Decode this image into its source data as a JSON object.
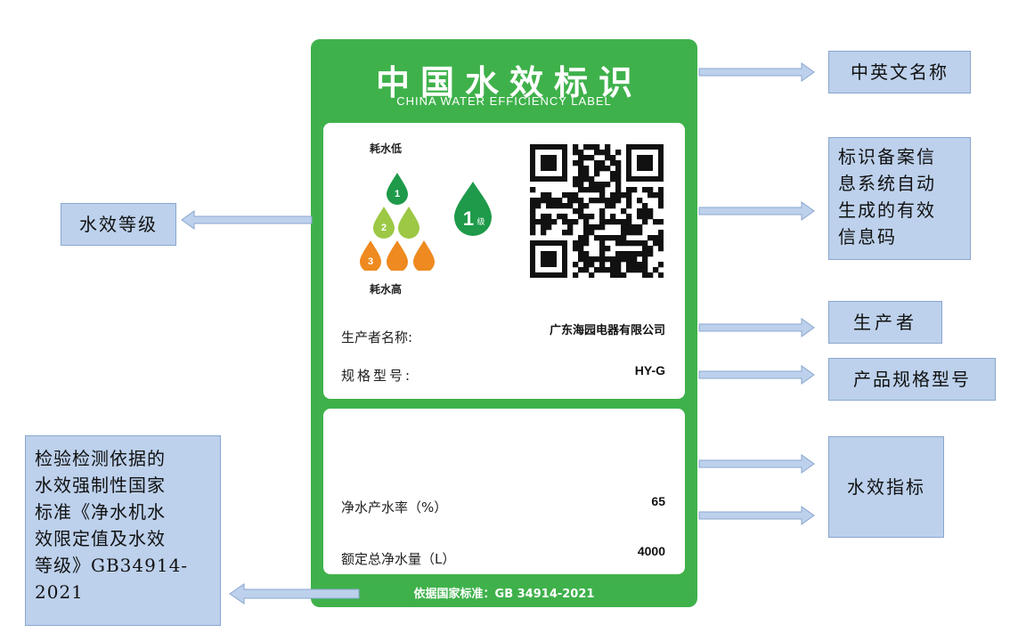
{
  "label": {
    "title": "中国水效标识",
    "subtitle": "CHINA WATER EFFICIENCY LABEL",
    "consumption_low": "耗水低",
    "consumption_high": "耗水高",
    "grade_numbers": [
      "1",
      "2",
      "3"
    ],
    "grade_badge": "1",
    "grade_badge_suffix": "级",
    "maker_label": "生产者名称:",
    "maker_value": "广东海园电器有限公司",
    "model_label": "规格型号:",
    "model_value": "HY-G",
    "rate_label": "净水产水率（%）",
    "rate_value": "65",
    "volume_label": "额定总净水量（L）",
    "volume_value": "4000",
    "basis": "依据国家标准：GB 34914-2021"
  },
  "callouts": {
    "name": "中英文名称",
    "qr_lines": [
      "标识备案信",
      "息系统自动",
      "生成的有效",
      "信息码"
    ],
    "grade": "水效等级",
    "maker": "生产者",
    "model": "产品规格型号",
    "index": "水效指标",
    "standard_lines": [
      "检验检测依据的",
      "水效强制性国家",
      "标准《净水机水",
      "效限定值及水效",
      "等级》GB34914-",
      "2021"
    ]
  },
  "colors": {
    "label_green": "#3fb14b",
    "grade1_green": "#1e9a4a",
    "grade2_green": "#9cc845",
    "grade3_orange": "#ee8a1f",
    "callout_fill": "#bdd1ec",
    "arrow_fill": "#bdd1ec"
  }
}
